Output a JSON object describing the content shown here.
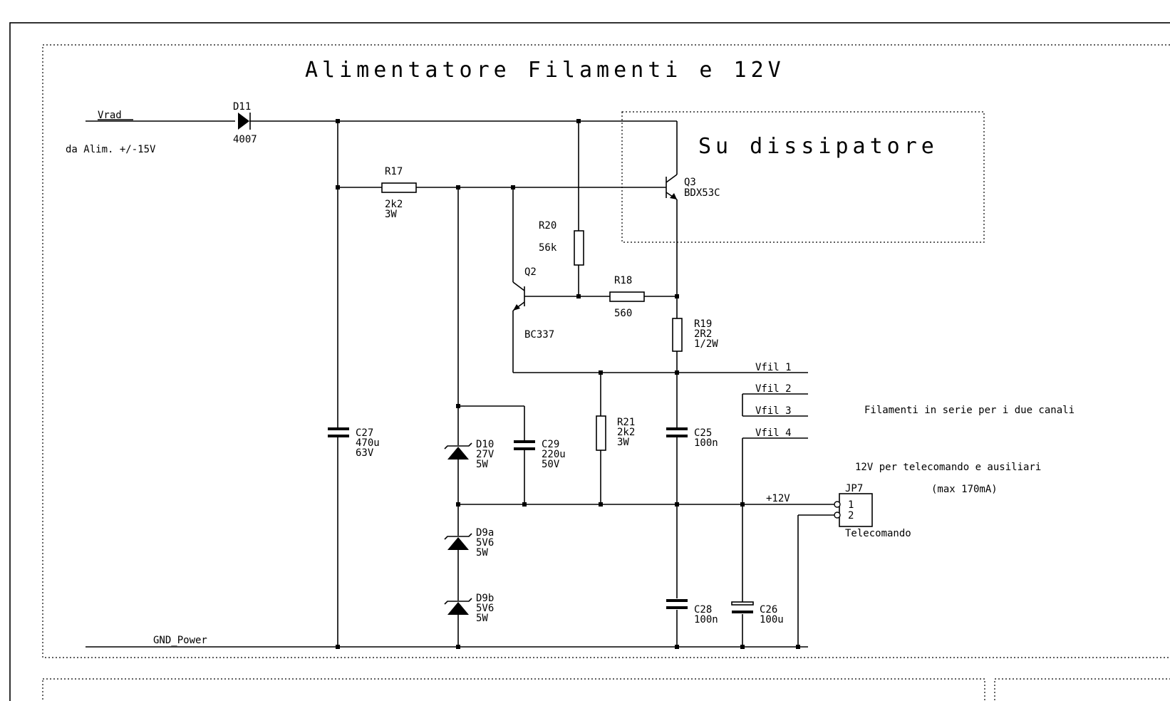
{
  "title": "Alimentatore Filamenti e 12V",
  "heatsink_label": "Su dissipatore",
  "nets": {
    "vrad": "Vrad",
    "vrad_note": "da Alim. +/-15V",
    "gnd": "GND_Power",
    "vfil1": "Vfil_1",
    "vfil2": "Vfil_2",
    "vfil3": "Vfil_3",
    "vfil4": "Vfil_4",
    "plus12": "+12V"
  },
  "notes": {
    "filaments": "Filamenti in serie per i due canali",
    "remote": "12V per telecomando e ausiliari",
    "max_current": "(max 170mA)"
  },
  "components": {
    "D11": {
      "ref": "D11",
      "value": "4007"
    },
    "R17": {
      "ref": "R17",
      "value": "2k2",
      "rating": "3W"
    },
    "R20": {
      "ref": "R20",
      "value": "56k"
    },
    "Q3": {
      "ref": "Q3",
      "value": "BDX53C"
    },
    "Q2": {
      "ref": "Q2",
      "value": "BC337"
    },
    "R18": {
      "ref": "R18",
      "value": "560"
    },
    "R19": {
      "ref": "R19",
      "value": "2R2",
      "rating": "1/2W"
    },
    "R21": {
      "ref": "R21",
      "value": "2k2",
      "rating": "3W"
    },
    "C27": {
      "ref": "C27",
      "value": "470u",
      "rating": "63V"
    },
    "C29": {
      "ref": "C29",
      "value": "220u",
      "rating": "50V"
    },
    "D10": {
      "ref": "D10",
      "value": "27V",
      "rating": "5W"
    },
    "D9a": {
      "ref": "D9a",
      "value": "5V6",
      "rating": "5W"
    },
    "D9b": {
      "ref": "D9b",
      "value": "5V6",
      "rating": "5W"
    },
    "C25": {
      "ref": "C25",
      "value": "100n"
    },
    "C28": {
      "ref": "C28",
      "value": "100n"
    },
    "C26": {
      "ref": "C26",
      "value": "100u"
    },
    "JP7": {
      "ref": "JP7",
      "pin1": "1",
      "pin2": "2",
      "name": "Telecomando"
    }
  }
}
